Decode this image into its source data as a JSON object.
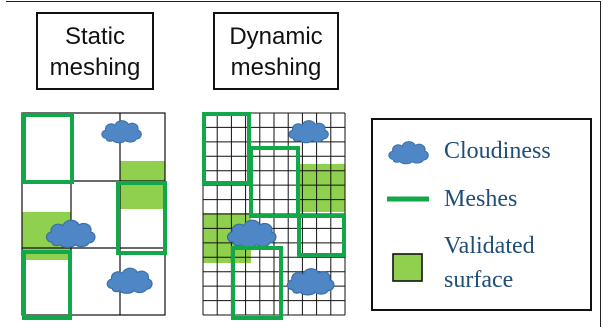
{
  "static_panel": {
    "title_line1": "Static",
    "title_line2": "meshing"
  },
  "dynamic_panel": {
    "title_line1": "Dynamic",
    "title_line2": "meshing"
  },
  "legend": {
    "cloudiness": "Cloudiness",
    "meshes": "Meshes",
    "validated_line1": "Validated",
    "validated_line2": "surface"
  },
  "colors": {
    "cloud_fill": "#4f86c6",
    "cloud_stroke": "#3a6fa8",
    "mesh_green": "#12a84a",
    "validated_green": "#8fd14f",
    "grid_line": "#111111",
    "legend_text": "#1f4e79"
  },
  "icons": [
    "cloud-icon",
    "mesh-line-icon",
    "validated-square-icon"
  ]
}
